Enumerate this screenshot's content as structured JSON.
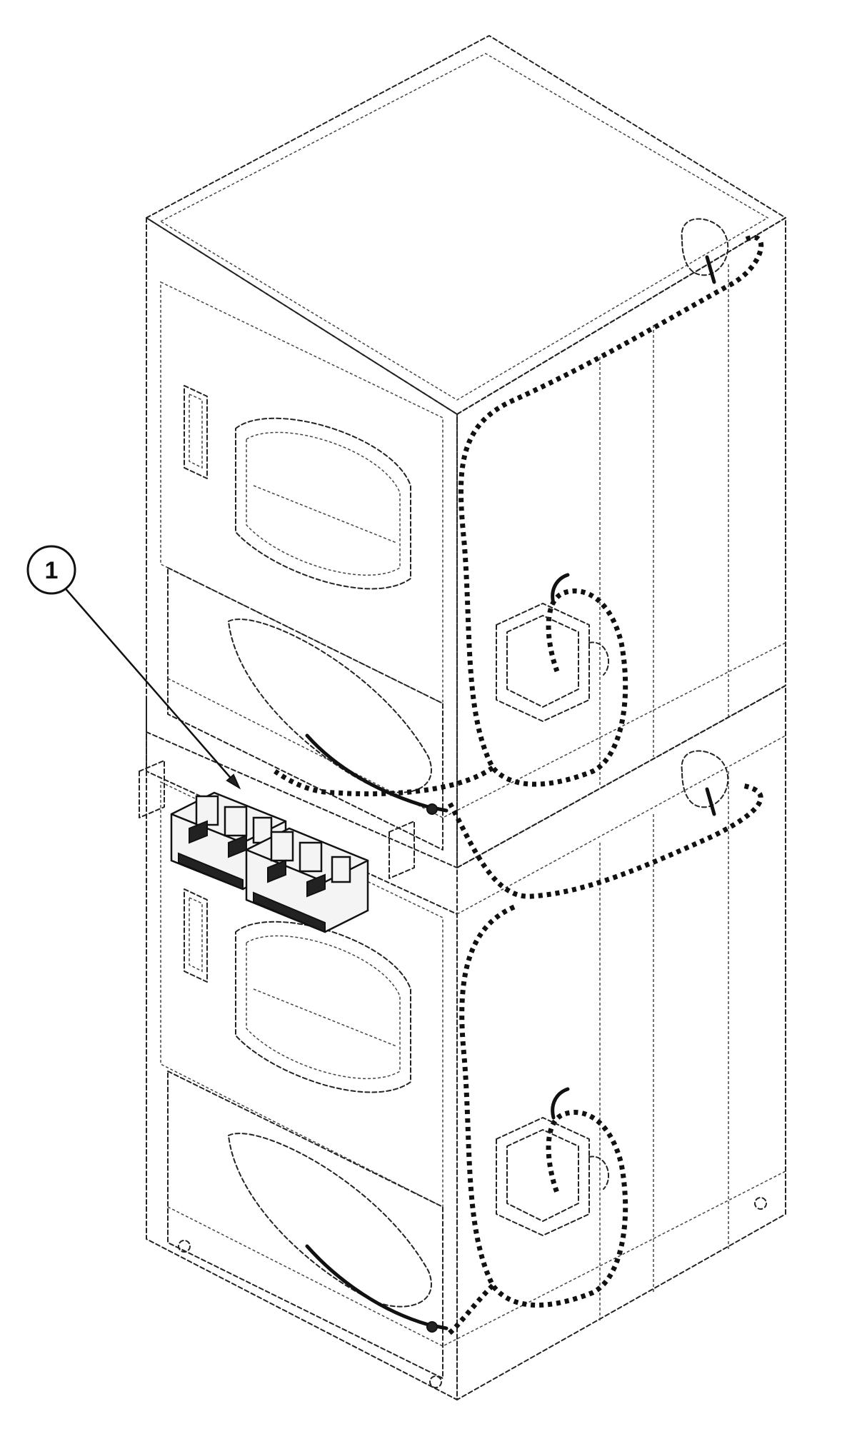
{
  "callouts": [
    {
      "number": "1"
    }
  ],
  "icons": {
    "callout": "numbered-circle-callout",
    "part": "control-module-assembly"
  }
}
